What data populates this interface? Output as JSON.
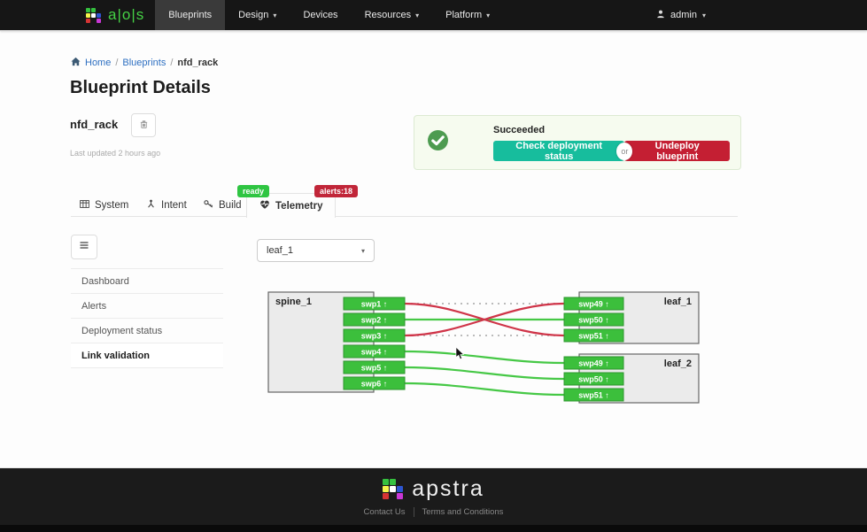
{
  "navbar": {
    "brand": "a|o|s",
    "brand_colors": [
      [
        "#35c13f",
        "#35c13f",
        null
      ],
      [
        "#f5f54c",
        "#ffffff",
        "#2d55d0"
      ],
      [
        "#d63434",
        null,
        "#c937d6"
      ]
    ],
    "items": [
      {
        "label": "Blueprints",
        "active": true,
        "caret": false
      },
      {
        "label": "Design",
        "active": false,
        "caret": true
      },
      {
        "label": "Devices",
        "active": false,
        "caret": false
      },
      {
        "label": "Resources",
        "active": false,
        "caret": true
      },
      {
        "label": "Platform",
        "active": false,
        "caret": true
      }
    ],
    "user": {
      "label": "admin",
      "caret": true
    }
  },
  "breadcrumb": {
    "home": "Home",
    "section": "Blueprints",
    "current": "nfd_rack"
  },
  "page": {
    "title": "Blueprint Details",
    "blueprint_name": "nfd_rack",
    "last_updated": "Last updated 2 hours ago"
  },
  "status_panel": {
    "status": "Succeeded",
    "primary_button": "Check deployment status",
    "separator": "or",
    "danger_button": "Undeploy blueprint",
    "colors": {
      "panel_bg": "#f6fbef",
      "panel_border": "#dcead2",
      "check": "#4d9b50",
      "primary": "#17bd9d",
      "danger": "#c41f33"
    }
  },
  "tabs": {
    "items": [
      {
        "label": "System",
        "icon": "grid-icon",
        "active": false
      },
      {
        "label": "Intent",
        "icon": "branch-icon",
        "active": false
      },
      {
        "label": "Build",
        "icon": "key-icon",
        "active": false
      },
      {
        "label": "Telemetry",
        "icon": "telemetry-icon",
        "active": true
      }
    ],
    "badges": [
      {
        "label": "ready",
        "color": "#2fc542"
      },
      {
        "label": "alerts:18",
        "color": "#c12639"
      }
    ]
  },
  "sidebar": {
    "items": [
      {
        "label": "Dashboard",
        "active": false
      },
      {
        "label": "Alerts",
        "active": false
      },
      {
        "label": "Deployment status",
        "active": false
      },
      {
        "label": "Link validation",
        "active": true
      }
    ]
  },
  "filter": {
    "selected": "leaf_1"
  },
  "diagram": {
    "spine": {
      "label": "spine_1",
      "ports": [
        "swp1",
        "swp2",
        "swp3",
        "swp4",
        "swp5",
        "swp6"
      ]
    },
    "leaves": [
      {
        "label": "leaf_1",
        "ports": [
          "swp49",
          "swp50",
          "swp51"
        ]
      },
      {
        "label": "leaf_2",
        "ports": [
          "swp49",
          "swp50",
          "swp51"
        ]
      }
    ],
    "links": [
      {
        "from": "spine_1:swp1",
        "to": "leaf_1:swp49",
        "status": "expected"
      },
      {
        "from": "spine_1:swp3",
        "to": "leaf_1:swp51",
        "status": "expected"
      },
      {
        "from": "spine_1:swp2",
        "to": "leaf_1:swp50",
        "status": "ok"
      },
      {
        "from": "spine_1:swp4",
        "to": "leaf_2:swp49",
        "status": "ok"
      },
      {
        "from": "spine_1:swp5",
        "to": "leaf_2:swp50",
        "status": "ok"
      },
      {
        "from": "spine_1:swp6",
        "to": "leaf_2:swp51",
        "status": "ok"
      },
      {
        "from": "spine_1:swp1",
        "to": "leaf_1:swp51",
        "status": "error"
      },
      {
        "from": "spine_1:swp3",
        "to": "leaf_1:swp49",
        "status": "error"
      }
    ],
    "port_arrow": "↑",
    "colors": {
      "port_fill": "#3cbf3c",
      "port_border": "#2d962d",
      "ok": "#46c846",
      "error": "#cf3448",
      "expected": "#bbbbbb",
      "node_fill": "#ebebeb",
      "node_border": "#666666"
    }
  },
  "footer": {
    "brand": "apstra",
    "links": [
      "Contact Us",
      "Terms and Conditions"
    ]
  }
}
